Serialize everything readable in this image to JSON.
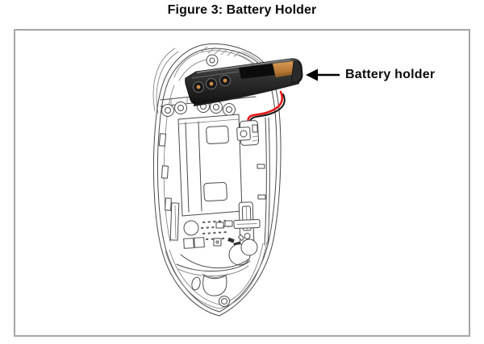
{
  "figure": {
    "title": "Figure 3: Battery Holder",
    "callout_label": "Battery holder",
    "illustration_description": "Exploded line drawing of handheld device interior with battery holder installed at top",
    "icons": {
      "callout_arrow": "left-arrow-icon"
    },
    "colors": {
      "frame_border": "#a5a5a5",
      "line_art": "#4a4a4a",
      "holder_dark": "#1e1e1e",
      "holder_mid": "#4a4a4a",
      "battery_orange": "#cd8a45",
      "wire_red": "#e51b1b",
      "arrow_black": "#000000",
      "text_black": "#0b0b0b"
    }
  }
}
